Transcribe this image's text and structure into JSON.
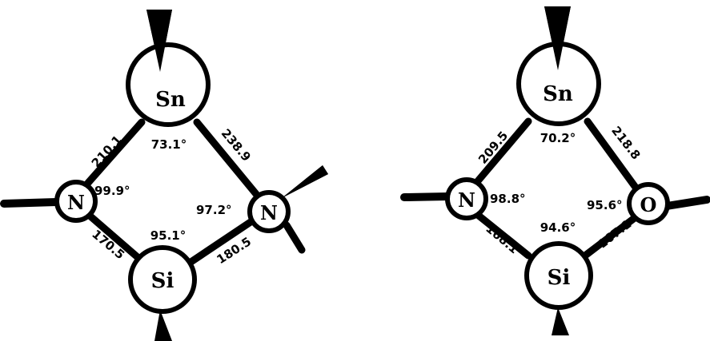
{
  "colors": {
    "ink": "#000000",
    "background": "#ffffff"
  },
  "left": {
    "atoms": {
      "top": "Sn",
      "left": "N",
      "right": "N",
      "bottom": "Si"
    },
    "bonds": {
      "sn_n_left": "210.1",
      "sn_n_right": "238.9",
      "n_si_left": "170.5",
      "n_si_right": "180.5"
    },
    "angles": {
      "sn": "73.1°",
      "n_left": "99.9°",
      "n_right": "97.2°",
      "si": "95.1°"
    }
  },
  "right": {
    "atoms": {
      "top": "Sn",
      "left": "N",
      "right": "O",
      "bottom": "Si"
    },
    "bonds": {
      "sn_n": "209.5",
      "sn_o": "218.8",
      "n_si": "168.1",
      "o_si": "167.1"
    },
    "angles": {
      "sn": "70.2°",
      "n": "98.8°",
      "o": "95.6°",
      "si": "94.6°"
    }
  }
}
